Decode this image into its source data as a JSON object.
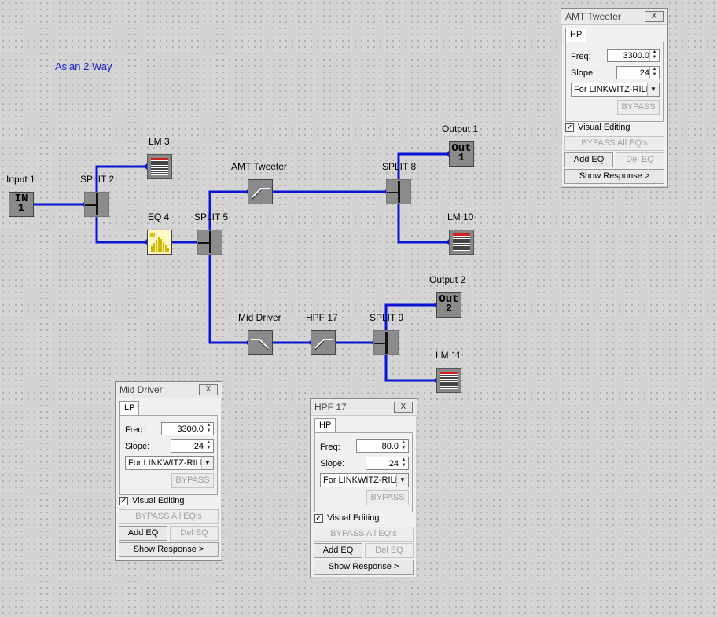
{
  "canvas": {
    "title": "Aslan 2 Way"
  },
  "blocks": {
    "input1": {
      "label": "Input 1",
      "line1": "IN",
      "line2": "1"
    },
    "split2": {
      "label": "SPLIT 2"
    },
    "lm3": {
      "label": "LM 3"
    },
    "eq4": {
      "label": "EQ 4"
    },
    "split5": {
      "label": "SPLIT 5"
    },
    "amt": {
      "label": "AMT Tweeter"
    },
    "split8": {
      "label": "SPLIT 8"
    },
    "out1": {
      "label": "Output 1",
      "line1": "Out",
      "line2": "1"
    },
    "lm10": {
      "label": "LM 10"
    },
    "mid": {
      "label": "Mid Driver"
    },
    "hpf17": {
      "label": "HPF 17"
    },
    "split9": {
      "label": "SPLIT 9"
    },
    "out2": {
      "label": "Output 2",
      "line1": "Out",
      "line2": "2"
    },
    "lm11": {
      "label": "LM 11"
    }
  },
  "dialogs": {
    "amt": {
      "title": "AMT Tweeter",
      "close": "X",
      "tab": "HP",
      "freq_label": "Freq:",
      "freq": "3300.0",
      "slope_label": "Slope:",
      "slope": "24",
      "type": "For LINKWITZ-RILEY",
      "bypass": "BYPASS",
      "visual_editing": "Visual Editing",
      "bypass_all": "BYPASS All EQ's",
      "add_eq": "Add EQ",
      "del_eq": "Del EQ",
      "show_response": "Show Response >"
    },
    "mid": {
      "title": "Mid Driver",
      "close": "X",
      "tab": "LP",
      "freq_label": "Freq:",
      "freq": "3300.0",
      "slope_label": "Slope:",
      "slope": "24",
      "type": "For LINKWITZ-RILEY",
      "bypass": "BYPASS",
      "visual_editing": "Visual Editing",
      "bypass_all": "BYPASS All EQ's",
      "add_eq": "Add EQ",
      "del_eq": "Del EQ",
      "show_response": "Show Response >"
    },
    "hpf": {
      "title": "HPF 17",
      "close": "X",
      "tab": "HP",
      "freq_label": "Freq:",
      "freq": "80.0",
      "slope_label": "Slope:",
      "slope": "24",
      "type": "For LINKWITZ-RILEY",
      "bypass": "BYPASS",
      "visual_editing": "Visual Editing",
      "bypass_all": "BYPASS All EQ's",
      "add_eq": "Add EQ",
      "del_eq": "Del EQ",
      "show_response": "Show Response >"
    }
  },
  "colors": {
    "wire": "#0a14d2",
    "title": "#1a1acc"
  }
}
